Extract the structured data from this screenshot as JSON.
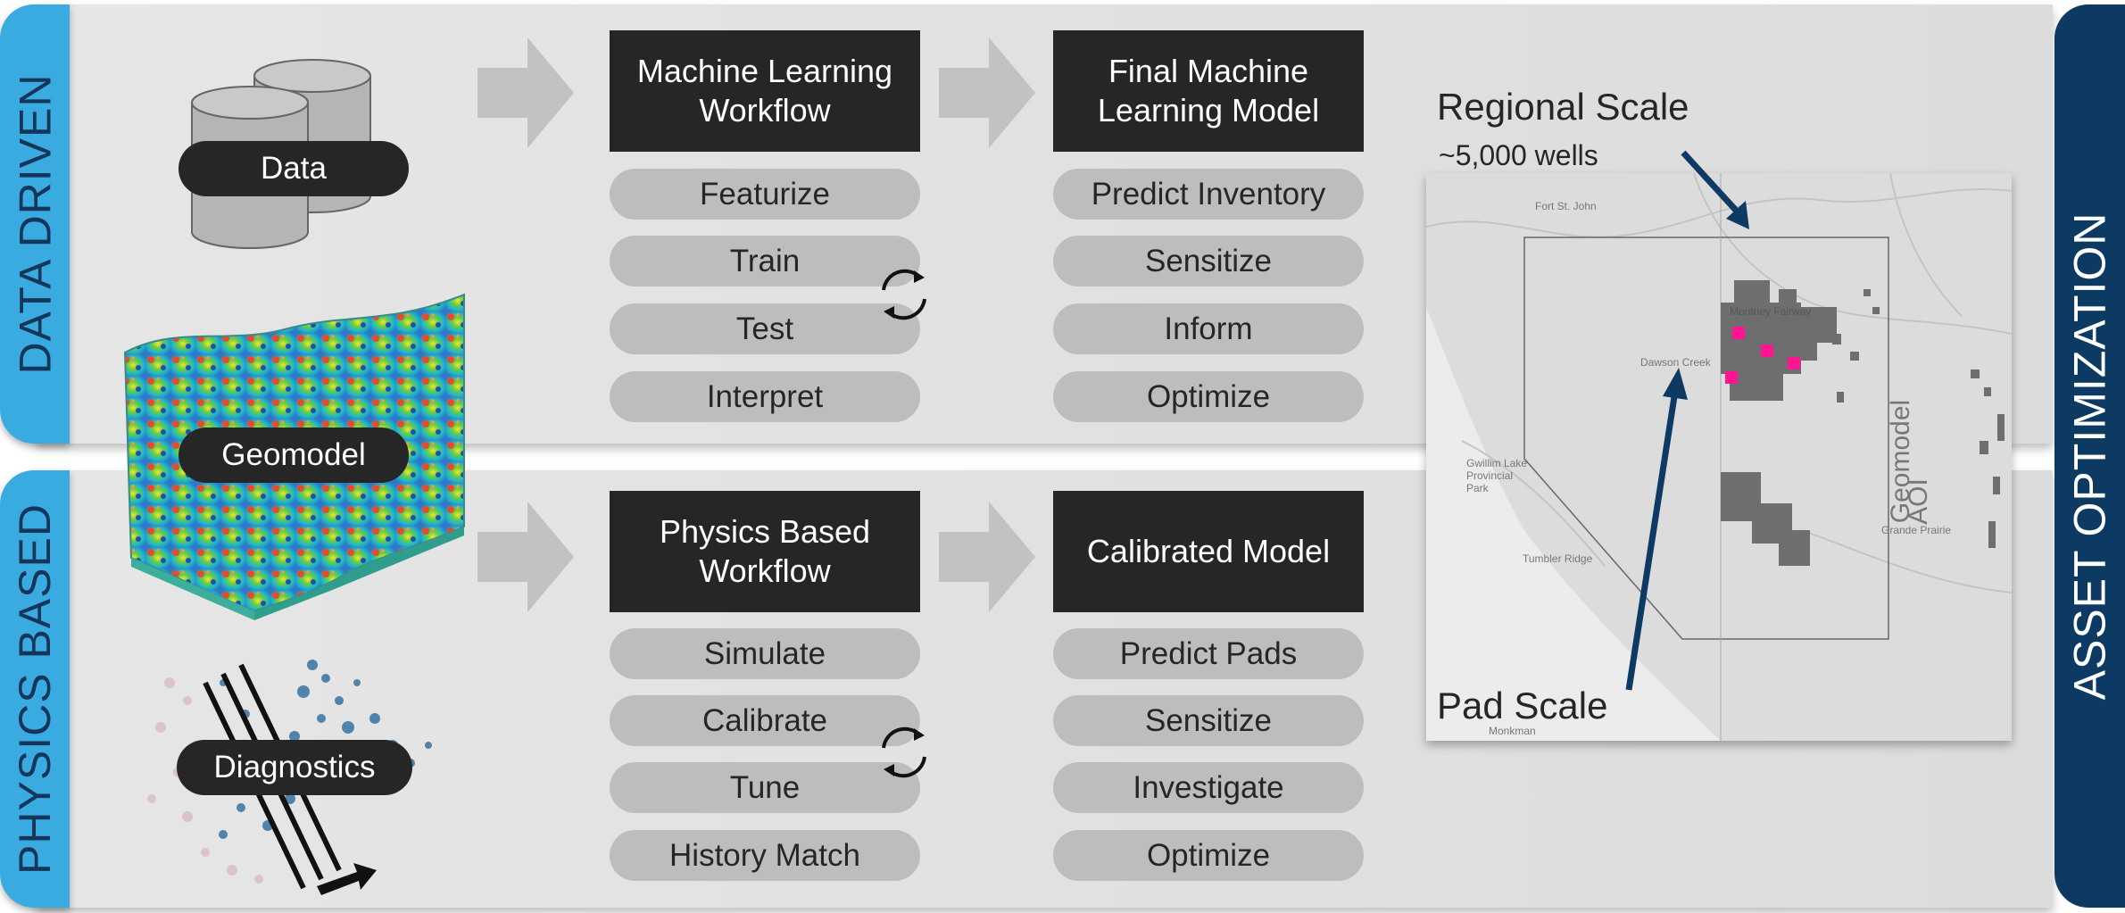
{
  "left_tabs": {
    "top": "DATA DRIVEN",
    "bottom": "PHYSICS BASED"
  },
  "right_tab": "ASSET OPTIMIZATION",
  "inputs": {
    "data": "Data",
    "geomodel": "Geomodel",
    "diagnostics": "Diagnostics"
  },
  "top_row": {
    "workflow_title": "Machine Learning Workflow",
    "workflow_steps": [
      "Featurize",
      "Train",
      "Test",
      "Interpret"
    ],
    "model_title": "Final Machine Learning Model",
    "model_steps": [
      "Predict Inventory",
      "Sensitize",
      "Inform",
      "Optimize"
    ]
  },
  "bottom_row": {
    "workflow_title": "Physics Based Workflow",
    "workflow_steps": [
      "Simulate",
      "Calibrate",
      "Tune",
      "History Match"
    ],
    "model_title": "Calibrated Model",
    "model_steps": [
      "Predict Pads",
      "Sensitize",
      "Investigate",
      "Optimize"
    ]
  },
  "map": {
    "regional_label": "Regional Scale",
    "wells_label": "~5,000 wells",
    "pad_label": "Pad Scale",
    "aoi_label_1": "Geomodel",
    "aoi_label_2": "AOI",
    "towns": [
      "Fort St. John",
      "Dawson Creek",
      "Montney Fairway",
      "Gwillim Lake Provincial Park",
      "Tumbler Ridge",
      "Grande Prairie",
      "Monkman"
    ]
  },
  "colors": {
    "tab_blue": "#3aabe0",
    "navy": "#0d3a63",
    "header_box": "#262626",
    "pill_grey": "#bdbdbd",
    "band_grey": "#e0e0e0",
    "pad_pink": "#ff1493",
    "well_grey": "#6e6e6e"
  }
}
